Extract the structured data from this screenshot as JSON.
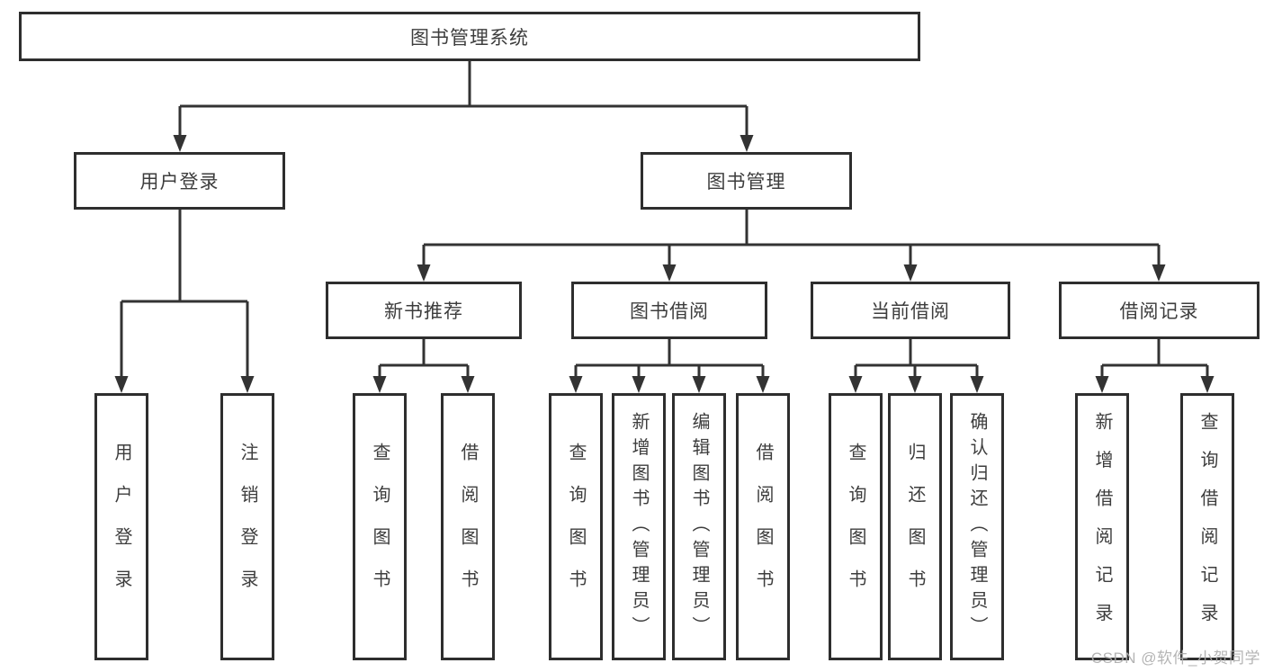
{
  "colors": {
    "background": "#ffffff",
    "line": "#333333",
    "box_border": "#2e2e2e",
    "text": "#3d3d3d",
    "watermark": "#aeaeae"
  },
  "watermark": {
    "text": "CSDN @软件_小贺同学"
  },
  "tree": {
    "root": {
      "label": "图书管理系统"
    },
    "branches": [
      {
        "label": "用户登录",
        "leaves": [
          "用户登录",
          "注销登录"
        ]
      },
      {
        "label": "图书管理",
        "groups": [
          {
            "label": "新书推荐",
            "leaves": [
              "查询图书",
              "借阅图书"
            ]
          },
          {
            "label": "图书借阅",
            "leaves": [
              "查询图书",
              "新增图书（管理员）",
              "编辑图书（管理员）",
              "借阅图书"
            ]
          },
          {
            "label": "当前借阅",
            "leaves": [
              "查询图书",
              "归还图书",
              "确认归还（管理员）"
            ]
          },
          {
            "label": "借阅记录",
            "leaves": [
              "新增借阅记录",
              "查询借阅记录"
            ]
          }
        ]
      }
    ]
  }
}
